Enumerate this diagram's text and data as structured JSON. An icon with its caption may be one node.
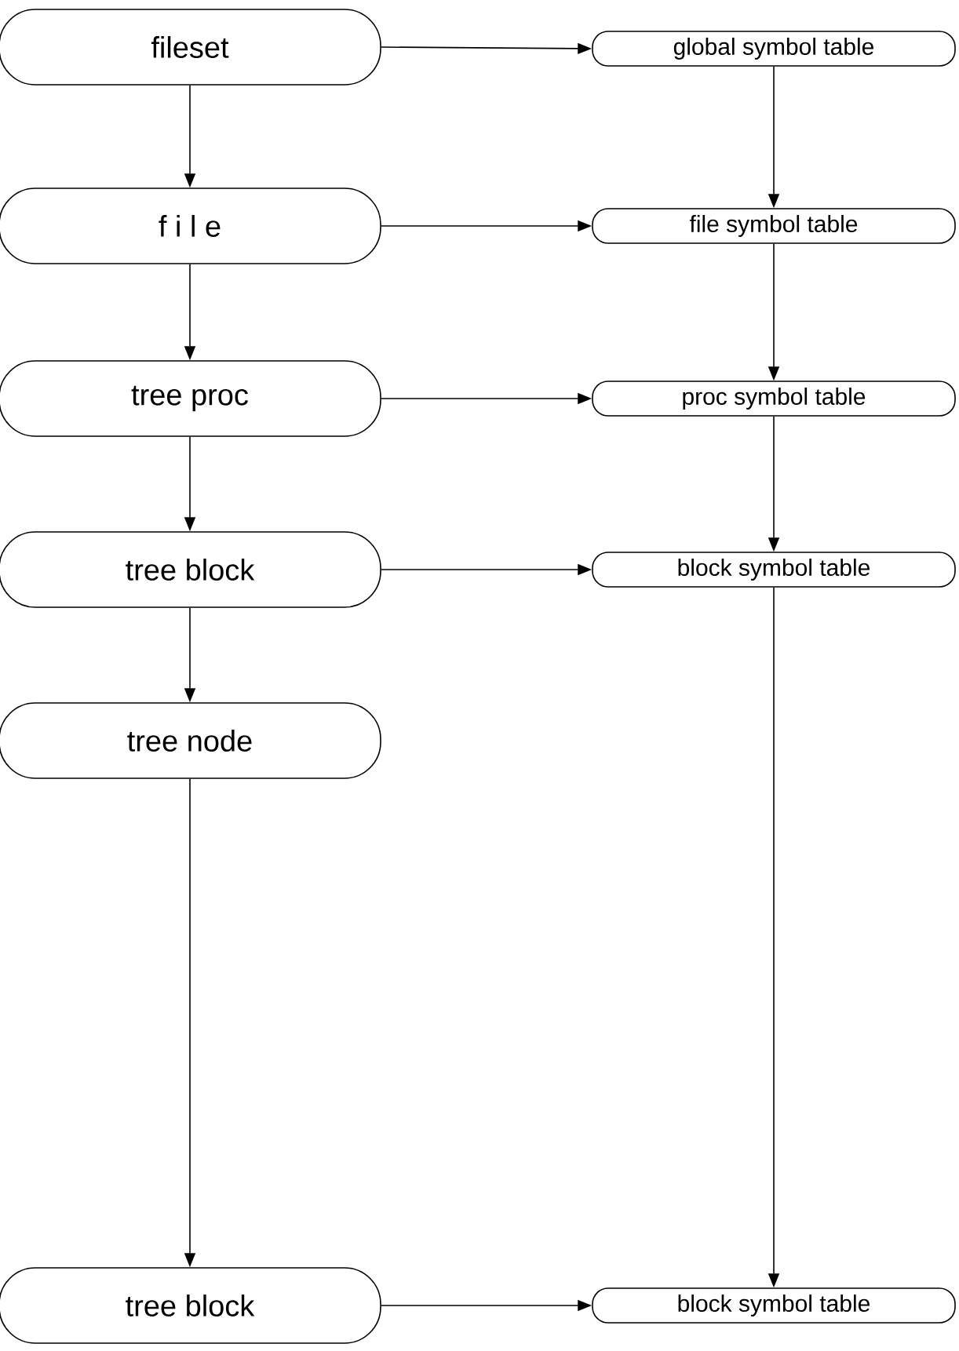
{
  "diagram": {
    "nodes": [
      {
        "text": [
          "fileset"
        ]
      },
      {
        "text": [
          "global symbol table"
        ]
      },
      {
        "text": [
          "f i l e"
        ]
      },
      {
        "text": [
          "file symbol table"
        ]
      },
      {
        "text": [
          "tree proc"
        ]
      },
      {
        "text": [
          "proc symbol table"
        ]
      },
      {
        "text": [
          "tree block"
        ]
      },
      {
        "text": [
          "block symbol table"
        ]
      },
      {
        "text": [
          "tree node"
        ]
      },
      {
        "text": [
          "tree block"
        ]
      },
      {
        "text": [
          "block symbol table"
        ]
      }
    ],
    "edges": [
      {
        "from": 0,
        "to": 1,
        "arrow": "to"
      },
      {
        "from": 0,
        "to": 2,
        "arrow": "to"
      },
      {
        "from": 1,
        "to": 3,
        "arrow": "to"
      },
      {
        "from": 2,
        "to": 3,
        "arrow": "to"
      },
      {
        "from": 2,
        "to": 4,
        "arrow": "to"
      },
      {
        "from": 3,
        "to": 5,
        "arrow": "to"
      },
      {
        "from": 4,
        "to": 5,
        "arrow": "to"
      },
      {
        "from": 4,
        "to": 6,
        "arrow": "to"
      },
      {
        "from": 5,
        "to": 7,
        "arrow": "to"
      },
      {
        "from": 6,
        "to": 7,
        "arrow": "to"
      },
      {
        "from": 6,
        "to": 8,
        "arrow": "to"
      },
      {
        "from": 7,
        "to": 10,
        "arrow": "to"
      },
      {
        "from": 8,
        "to": 9,
        "arrow": "to"
      },
      {
        "from": 9,
        "to": 10,
        "arrow": "to"
      }
    ]
  }
}
